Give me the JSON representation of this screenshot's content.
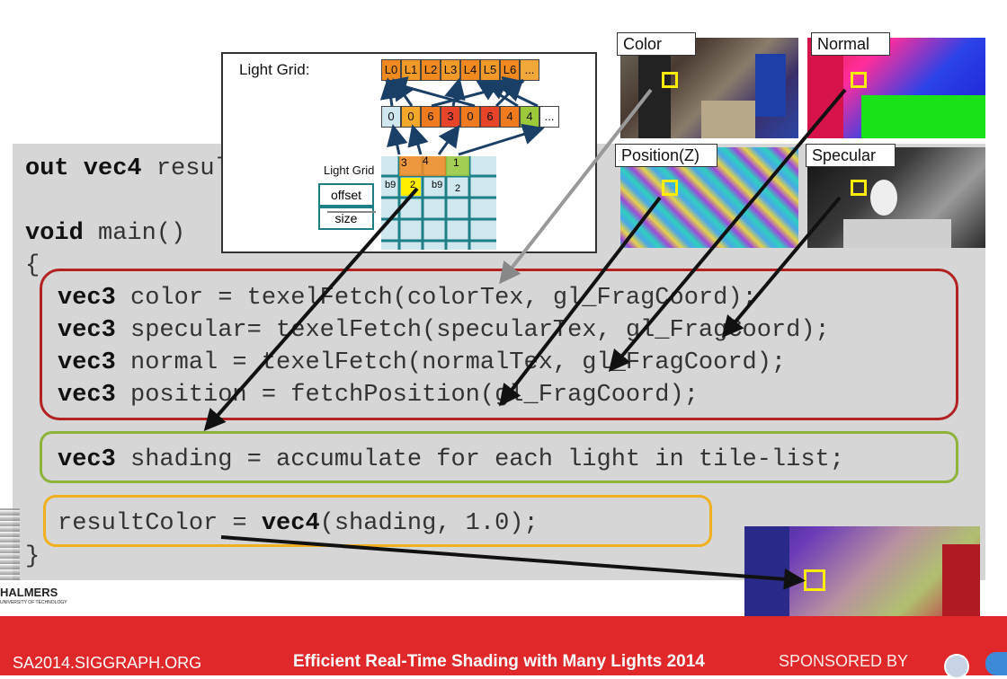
{
  "light_grid": {
    "title": "Light Grid:",
    "lights": [
      "L0",
      "L1",
      "L2",
      "L3",
      "L4",
      "L5",
      "L6",
      "..."
    ],
    "index_list": [
      "0",
      "0",
      "6",
      "3",
      "0",
      "6",
      "4",
      "4",
      "..."
    ],
    "tile_label": "Light Grid",
    "offset_label": "offset",
    "size_label": "size",
    "tile_values": [
      "3",
      "4",
      "1",
      "b9",
      "2",
      "b9",
      "2",
      "..."
    ]
  },
  "thumbnails": {
    "color_label": "Color",
    "normal_label": "Normal",
    "position_label": "Position(Z)",
    "specular_label": "Specular"
  },
  "code": {
    "line1_kw": "out vec4",
    "line1_rest": " resultColor;",
    "line2_kw": "void",
    "line2_rest": " main()",
    "open_brace": "{",
    "l_color_kw": "vec3",
    "l_color_rest": " color = texelFetch(colorTex, gl_FragCoord);",
    "l_spec_kw": "vec3",
    "l_spec_rest": " specular= texelFetch(specularTex, gl_FragCoord);",
    "l_norm_kw": "vec3",
    "l_norm_rest": " normal = texelFetch(normalTex, gl_FragCoord);",
    "l_pos_kw": "vec3",
    "l_pos_rest": " position = fetchPosition(gl_FragCoord);",
    "l_shade_kw": "vec3",
    "l_shade_rest": " shading = accumulate for each light in tile-list;",
    "l_result_pre": "resultColor = ",
    "l_result_kw": "vec4",
    "l_result_post": "(shading, 1.0);",
    "close_brace": "}"
  },
  "logo": {
    "name": "HALMERS",
    "sub": "UNIVERSITY OF TECHNOLOGY"
  },
  "footer": {
    "site": "SA2014.SIGGRAPH.ORG",
    "title": "Efficient Real-Time Shading with Many Lights 2014",
    "sponsored": "SPONSORED BY"
  },
  "colors": {
    "footer_bg": "#e0282a",
    "red_box": "#b22222",
    "green_box": "#8db33a",
    "yellow_box": "#f0b020",
    "highlight": "#ffee00"
  }
}
